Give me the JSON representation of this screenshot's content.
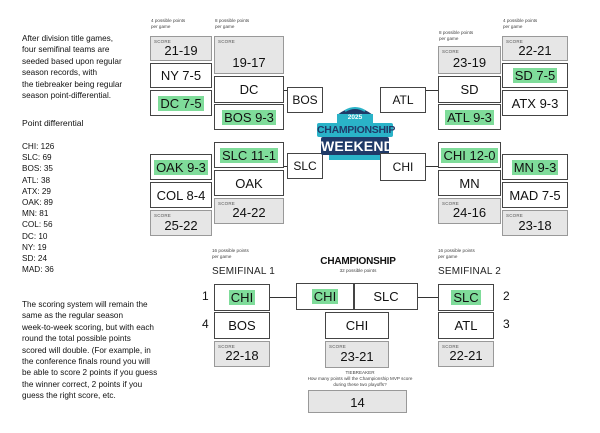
{
  "info": {
    "intro": [
      "After division title games,",
      "four semifinal teams are",
      "seeded based upon regular",
      "season records, with",
      "the tiebreaker being regular",
      "season point-differential."
    ],
    "pd_title": "Point differential",
    "pd_list": [
      "CHI: 126",
      "SLC: 69",
      "BOS: 35",
      "ATL: 38",
      "ATX: 29",
      "OAK: 89",
      "MN: 81",
      "COL: 56",
      "DC: 10",
      "NY: 19",
      "SD: 24",
      "MAD: 36"
    ],
    "scoring": [
      "The scoring system will remain the",
      "same as the regular season",
      "week-to-week scoring, but with each",
      "round the total possible points",
      "scored will double. (For example, in",
      "the conference finals round you will",
      "be able to score 2 points if you guess",
      "the winner correct, 2 points if you",
      "guess the right score, etc."
    ]
  },
  "labels": {
    "pts_4": [
      "4 possible points",
      "per game"
    ],
    "pts_8": [
      "8 possible points",
      "per game"
    ],
    "pts_16": [
      "16 possible points",
      "per game"
    ],
    "pts_32": "32 possible points",
    "score": "SCORE",
    "semifinal1": "SEMIFINAL 1",
    "semifinal2": "SEMIFINAL 2",
    "championship": "CHAMPIONSHIP",
    "tiebreaker_title": "TIEBREAKER",
    "tiebreaker_q": [
      "How many points will the Championship MVP score",
      "during these two playoffs?"
    ]
  },
  "logo": {
    "year": "2025",
    "line1": "CHAMPIONSHIP",
    "line2": "WEEKEND"
  },
  "left_div": {
    "top_team1": "NY 7-5",
    "top_team2": "DC 7-5",
    "top_score": "21-19",
    "top_winner": "DC",
    "top_opp": "BOS 9-3",
    "top_final": "19-17",
    "top_div_winner": "BOS",
    "bot_team1": "OAK 9-3",
    "bot_team2": "COL 8-4",
    "bot_score": "25-22",
    "bot_opp": "SLC 11-1",
    "bot_winner": "OAK",
    "bot_final": "24-22",
    "bot_div_winner": "SLC"
  },
  "right_div": {
    "top_team1": "SD 7-5",
    "top_team2": "ATX 9-3",
    "top_score": "22-21",
    "top_winner": "SD",
    "top_opp": "ATL 9-3",
    "top_final": "23-19",
    "top_div_winner": "ATL",
    "bot_team1": "MN 9-3",
    "bot_team2": "MAD 7-5",
    "bot_score": "23-18",
    "bot_opp": "CHI 12-0",
    "bot_winner": "MN",
    "bot_final": "24-16",
    "bot_div_winner": "CHI"
  },
  "semis": {
    "s1_seed1": "1",
    "s1_team1": "CHI",
    "s1_seed2": "4",
    "s1_team2": "BOS",
    "s1_score": "22-18",
    "s2_seed1": "2",
    "s2_team1": "SLC",
    "s2_seed2": "3",
    "s2_team2": "ATL",
    "s2_score": "22-21"
  },
  "final": {
    "team1": "CHI",
    "team2": "SLC",
    "winner": "CHI",
    "score": "23-21",
    "tiebreaker": "14"
  },
  "colors": {
    "highlight": "#7fdc9a",
    "score_bg": "#e6e6e6",
    "logo_navy": "#1f3a68",
    "logo_teal": "#2ab3c8"
  }
}
